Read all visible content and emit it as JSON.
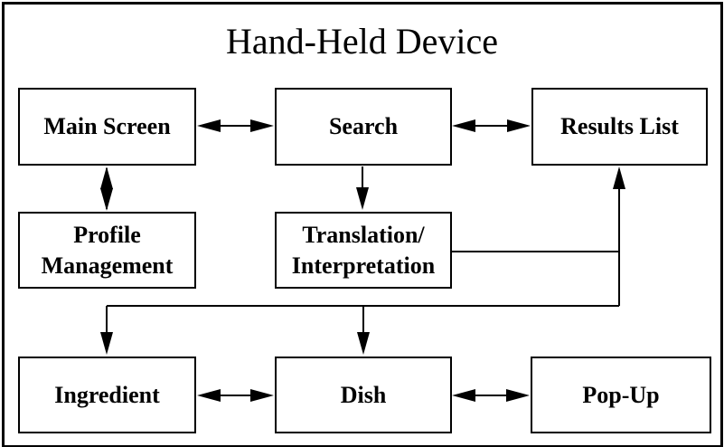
{
  "title": "Hand-Held Device",
  "colors": {
    "line": "#000000",
    "background": "#ffffff",
    "text": "#000000"
  },
  "diagram": {
    "nodes": [
      {
        "id": "main-screen",
        "lines": [
          "Main Screen"
        ]
      },
      {
        "id": "search",
        "lines": [
          "Search"
        ]
      },
      {
        "id": "results-list",
        "lines": [
          "Results List"
        ]
      },
      {
        "id": "profile-management",
        "lines": [
          "Profile",
          "Management"
        ]
      },
      {
        "id": "translation-interpretation",
        "lines": [
          "Translation/",
          "Interpretation"
        ]
      },
      {
        "id": "ingredient",
        "lines": [
          "Ingredient"
        ]
      },
      {
        "id": "dish",
        "lines": [
          "Dish"
        ]
      },
      {
        "id": "pop-up",
        "lines": [
          "Pop-Up"
        ]
      }
    ],
    "edges": [
      {
        "from": "main-screen",
        "to": "search",
        "type": "bidirectional"
      },
      {
        "from": "search",
        "to": "results-list",
        "type": "bidirectional"
      },
      {
        "from": "main-screen",
        "to": "profile-management",
        "type": "bidirectional"
      },
      {
        "from": "search",
        "to": "translation-interpretation",
        "type": "directed"
      },
      {
        "from": "translation-interpretation",
        "to": "results-list",
        "type": "directed"
      },
      {
        "from": "translation-interpretation",
        "to": "ingredient",
        "type": "directed"
      },
      {
        "from": "translation-interpretation",
        "to": "dish",
        "type": "directed"
      },
      {
        "from": "ingredient",
        "to": "dish",
        "type": "bidirectional"
      },
      {
        "from": "dish",
        "to": "pop-up",
        "type": "bidirectional"
      }
    ]
  }
}
